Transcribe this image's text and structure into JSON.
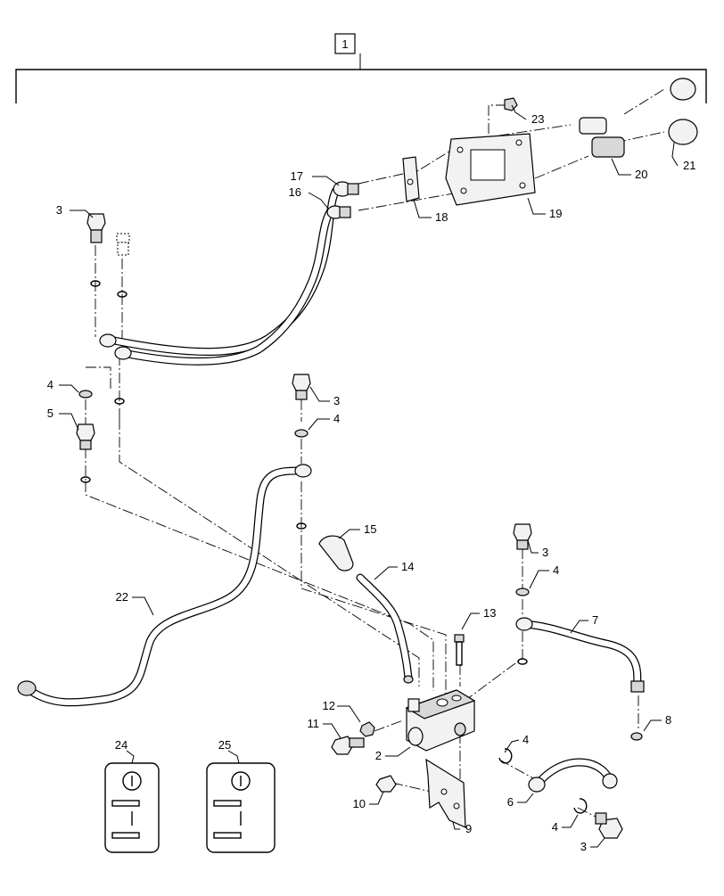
{
  "assembly_label": "1",
  "callouts": [
    {
      "id": "c3a",
      "text": "3"
    },
    {
      "id": "c17",
      "text": "17"
    },
    {
      "id": "c16",
      "text": "16"
    },
    {
      "id": "c23",
      "text": "23"
    },
    {
      "id": "c20",
      "text": "20"
    },
    {
      "id": "c21",
      "text": "21"
    },
    {
      "id": "c19",
      "text": "19"
    },
    {
      "id": "c18",
      "text": "18"
    },
    {
      "id": "c4a",
      "text": "4"
    },
    {
      "id": "c5",
      "text": "5"
    },
    {
      "id": "c3b",
      "text": "3"
    },
    {
      "id": "c4b",
      "text": "4"
    },
    {
      "id": "c15",
      "text": "15"
    },
    {
      "id": "c14",
      "text": "14"
    },
    {
      "id": "c3c",
      "text": "3"
    },
    {
      "id": "c4c",
      "text": "4"
    },
    {
      "id": "c22",
      "text": "22"
    },
    {
      "id": "c13",
      "text": "13"
    },
    {
      "id": "c7",
      "text": "7"
    },
    {
      "id": "c8",
      "text": "8"
    },
    {
      "id": "c12",
      "text": "12"
    },
    {
      "id": "c11",
      "text": "11"
    },
    {
      "id": "c2",
      "text": "2"
    },
    {
      "id": "c4d",
      "text": "4"
    },
    {
      "id": "c24",
      "text": "24"
    },
    {
      "id": "c25",
      "text": "25"
    },
    {
      "id": "c10",
      "text": "10"
    },
    {
      "id": "c6",
      "text": "6"
    },
    {
      "id": "c9",
      "text": "9"
    },
    {
      "id": "c4e",
      "text": "4"
    },
    {
      "id": "c3d",
      "text": "3"
    }
  ]
}
